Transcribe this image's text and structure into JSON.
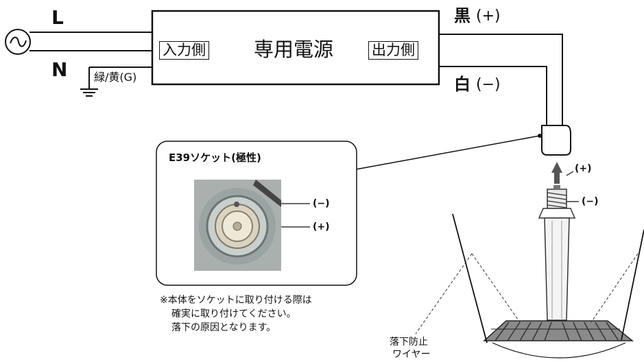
{
  "ac_source": {
    "line_label": "L",
    "neutral_label": "N",
    "ground_label": "緑/黄(G)"
  },
  "power_supply": {
    "title": "専用電源",
    "input_label": "入力側",
    "output_label": "出力側"
  },
  "output_wires": {
    "black_label": "黒",
    "black_polarity": "(+)",
    "white_label": "白",
    "white_polarity": "(−)"
  },
  "socket_box": {
    "title": "E39ソケット(極性)",
    "minus_label": "(−)",
    "plus_label": "(+)"
  },
  "lamp": {
    "plus_label": "(+)",
    "minus_label": "(−)"
  },
  "note": {
    "line1": "※本体をソケットに取り付ける際は",
    "line2": "確実に取り付けてください。",
    "line3": "落下の原因となります。"
  },
  "wire_label": {
    "line1": "落下防止",
    "line2": "ワイヤー"
  },
  "colors": {
    "line": "#111111",
    "arrow": "#555555",
    "photo_bg": "#a9b0ae"
  }
}
